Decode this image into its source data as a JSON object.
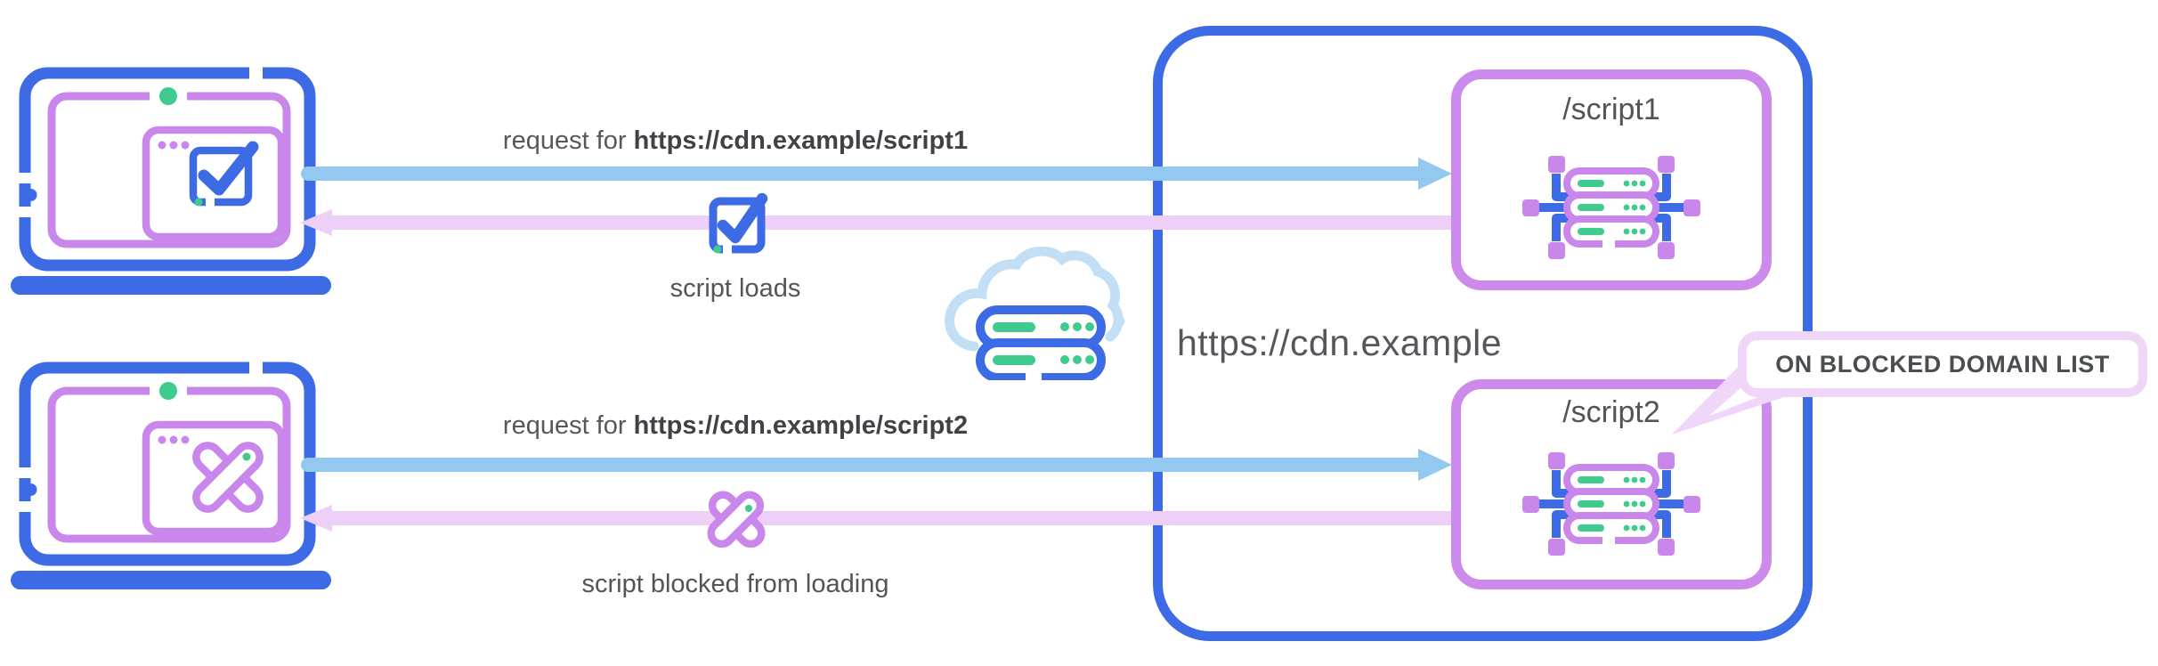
{
  "texts": {
    "row1": {
      "request_prefix": "request for ",
      "request_url": "https://cdn.example/script1",
      "result": "script loads"
    },
    "row2": {
      "request_prefix": "request for ",
      "request_url": "https://cdn.example/script2",
      "result": "script blocked from loading"
    },
    "cdn": {
      "title": "https://cdn.example",
      "script1_label": "/script1",
      "script2_label": "/script2",
      "callout": "ON BLOCKED DOMAIN LIST"
    }
  },
  "icons": {
    "laptop_allowed": "laptop-with-check-window-icon",
    "laptop_blocked": "laptop-with-cross-window-icon",
    "checkbox": "checkbox-check-icon",
    "blocked_x": "blocked-x-icon",
    "cloud_server": "cloud-server-icon",
    "server_node": "server-network-icon"
  },
  "colors": {
    "primary_blue": "#3D6BE5",
    "light_blue_arrow": "#93C8F1",
    "purple": "#C987EB",
    "light_pink_arrow": "#EECFF8",
    "callout_border": "#F0D7FA",
    "green": "#3FCB8E",
    "cloud_blue": "#C3DFF5",
    "text_gray": "#515458"
  }
}
